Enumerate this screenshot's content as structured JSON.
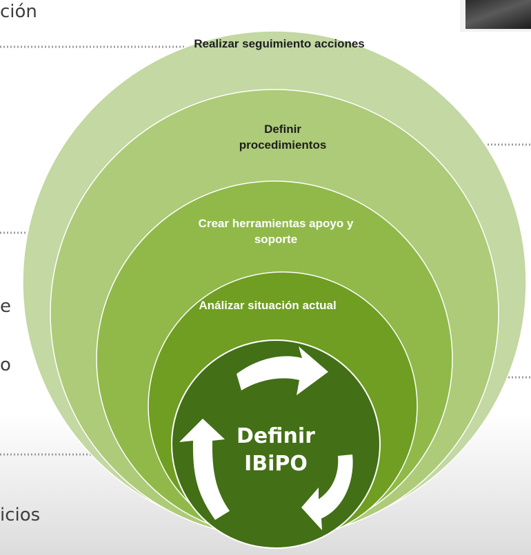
{
  "rings": [
    {
      "label": "Realizar seguimiento acciones"
    },
    {
      "label": "Definir procedimientos"
    },
    {
      "label": "Crear herramientas apoyo y soporte"
    },
    {
      "label": "Análizar situación actual"
    }
  ],
  "core": {
    "label": "Definir IBiPO"
  },
  "left_text": [
    {
      "text": "ción"
    },
    {
      "text": "e"
    },
    {
      "text": "o"
    },
    {
      "text": "icios"
    }
  ],
  "colors": {
    "ring_outer": "#c3d8a2",
    "ring_2": "#adcb78",
    "ring_3": "#90b94a",
    "ring_4": "#6f9e22",
    "core": "#436f17",
    "connector": "#9a9a9a",
    "dark_label": "#1e1e1e",
    "light_label": "#ffffff"
  },
  "icons": [
    "cycle-arrow-icon",
    "cycle-arrow-icon",
    "cycle-arrow-icon"
  ]
}
